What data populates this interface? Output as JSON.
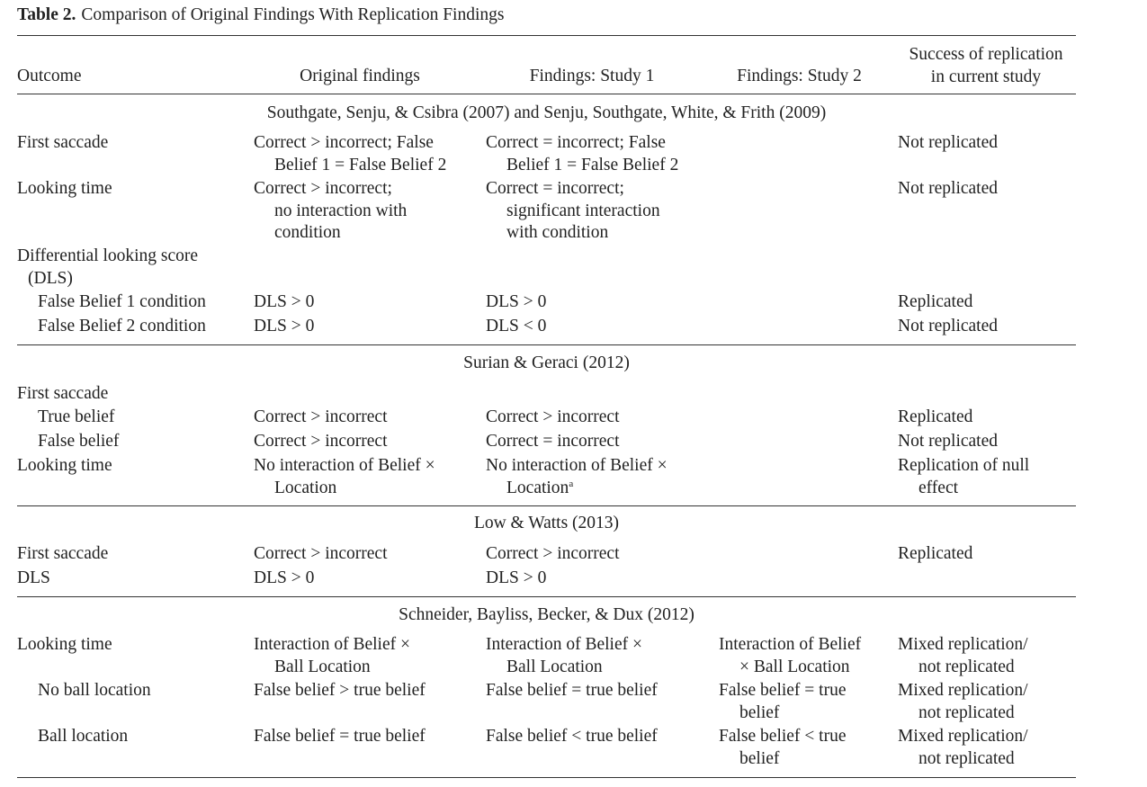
{
  "caption": {
    "label": "Table 2.",
    "title": "Comparison of Original Findings With Replication Findings"
  },
  "headers": {
    "outcome": "Outcome",
    "original": "Original findings",
    "study1": "Findings: Study 1",
    "study2": "Findings: Study 2",
    "success_l1": "Success of replication",
    "success_l2": "in current study"
  },
  "sections": [
    {
      "title": "Southgate, Senju, & Csibra (2007) and Senju, Southgate, White, & Frith (2009)",
      "rows": [
        {
          "outcome": [
            "First saccade"
          ],
          "original": [
            "Correct > incorrect; False",
            "Belief 1 = False Belief 2"
          ],
          "study1": [
            "Correct = incorrect; False",
            "Belief 1 = False Belief 2"
          ],
          "study2": [],
          "success": [
            "Not replicated"
          ]
        },
        {
          "outcome": [
            "Looking time"
          ],
          "original": [
            "Correct > incorrect;",
            "no interaction with",
            "condition"
          ],
          "study1": [
            "Correct = incorrect;",
            "significant interaction",
            "with condition"
          ],
          "study2": [],
          "success": [
            "Not replicated"
          ]
        },
        {
          "outcome": [
            "Differential looking score",
            "(DLS)"
          ],
          "original": [],
          "study1": [],
          "study2": [],
          "success": []
        },
        {
          "outcome": [
            "False Belief 1 condition"
          ],
          "original": [
            "DLS > 0"
          ],
          "study1": [
            "DLS > 0"
          ],
          "study2": [],
          "success": [
            "Replicated"
          ]
        },
        {
          "outcome": [
            "False Belief 2 condition"
          ],
          "original": [
            "DLS > 0"
          ],
          "study1": [
            "DLS < 0"
          ],
          "study2": [],
          "success": [
            "Not replicated"
          ]
        }
      ]
    },
    {
      "title": "Surian & Geraci (2012)",
      "rows": [
        {
          "outcome": [
            "First saccade"
          ],
          "original": [],
          "study1": [],
          "study2": [],
          "success": []
        },
        {
          "outcome": [
            "True belief"
          ],
          "original": [
            "Correct > incorrect"
          ],
          "study1": [
            "Correct > incorrect"
          ],
          "study2": [],
          "success": [
            "Replicated"
          ]
        },
        {
          "outcome": [
            "False belief"
          ],
          "original": [
            "Correct > incorrect"
          ],
          "study1": [
            "Correct = incorrect"
          ],
          "study2": [],
          "success": [
            "Not replicated"
          ]
        },
        {
          "outcome": [
            "Looking time"
          ],
          "original": [
            "No interaction of Belief ×",
            "Location"
          ],
          "study1": [
            "No interaction of Belief ×",
            "Location"
          ],
          "study1_sup": "a",
          "study2": [],
          "success": [
            "Replication of null",
            "effect"
          ]
        }
      ]
    },
    {
      "title": "Low & Watts (2013)",
      "rows": [
        {
          "outcome": [
            "First saccade"
          ],
          "original": [
            "Correct > incorrect"
          ],
          "study1": [
            "Correct > incorrect"
          ],
          "study2": [],
          "success": [
            "Replicated"
          ]
        },
        {
          "outcome": [
            "DLS"
          ],
          "original": [
            "DLS > 0"
          ],
          "study1": [
            "DLS > 0"
          ],
          "study2": [],
          "success": []
        }
      ]
    },
    {
      "title": "Schneider, Bayliss, Becker, & Dux (2012)",
      "rows": [
        {
          "outcome": [
            "Looking time"
          ],
          "original": [
            "Interaction of Belief ×",
            "Ball Location"
          ],
          "study1": [
            "Interaction of Belief ×",
            "Ball Location"
          ],
          "study2": [
            "Interaction of Belief",
            "× Ball Location"
          ],
          "success": [
            "Mixed replication/",
            "not replicated"
          ]
        },
        {
          "outcome": [
            "No ball location"
          ],
          "original": [
            "False belief > true belief"
          ],
          "study1": [
            "False belief = true belief"
          ],
          "study2": [
            "False belief = true",
            "belief"
          ],
          "success": [
            "Mixed replication/",
            "not replicated"
          ]
        },
        {
          "outcome": [
            "Ball location"
          ],
          "original": [
            "False belief = true belief"
          ],
          "study1": [
            "False belief < true belief"
          ],
          "study2": [
            "False belief < true",
            "belief"
          ],
          "success": [
            "Mixed replication/",
            "not replicated"
          ]
        }
      ]
    }
  ]
}
